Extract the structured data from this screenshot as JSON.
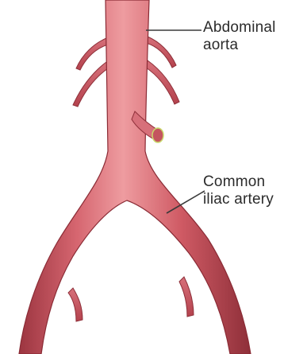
{
  "labels": {
    "aorta": {
      "line1": "Abdominal",
      "line2": "aorta"
    },
    "iliac": {
      "line1": "Common",
      "line2": "iliac artery"
    }
  },
  "colors": {
    "artery_fill": "#c9545e",
    "artery_highlight": "#e58a90",
    "artery_shadow": "#8e2f39",
    "leader_line": "#3a3a3a",
    "text": "#2b2b2b"
  }
}
